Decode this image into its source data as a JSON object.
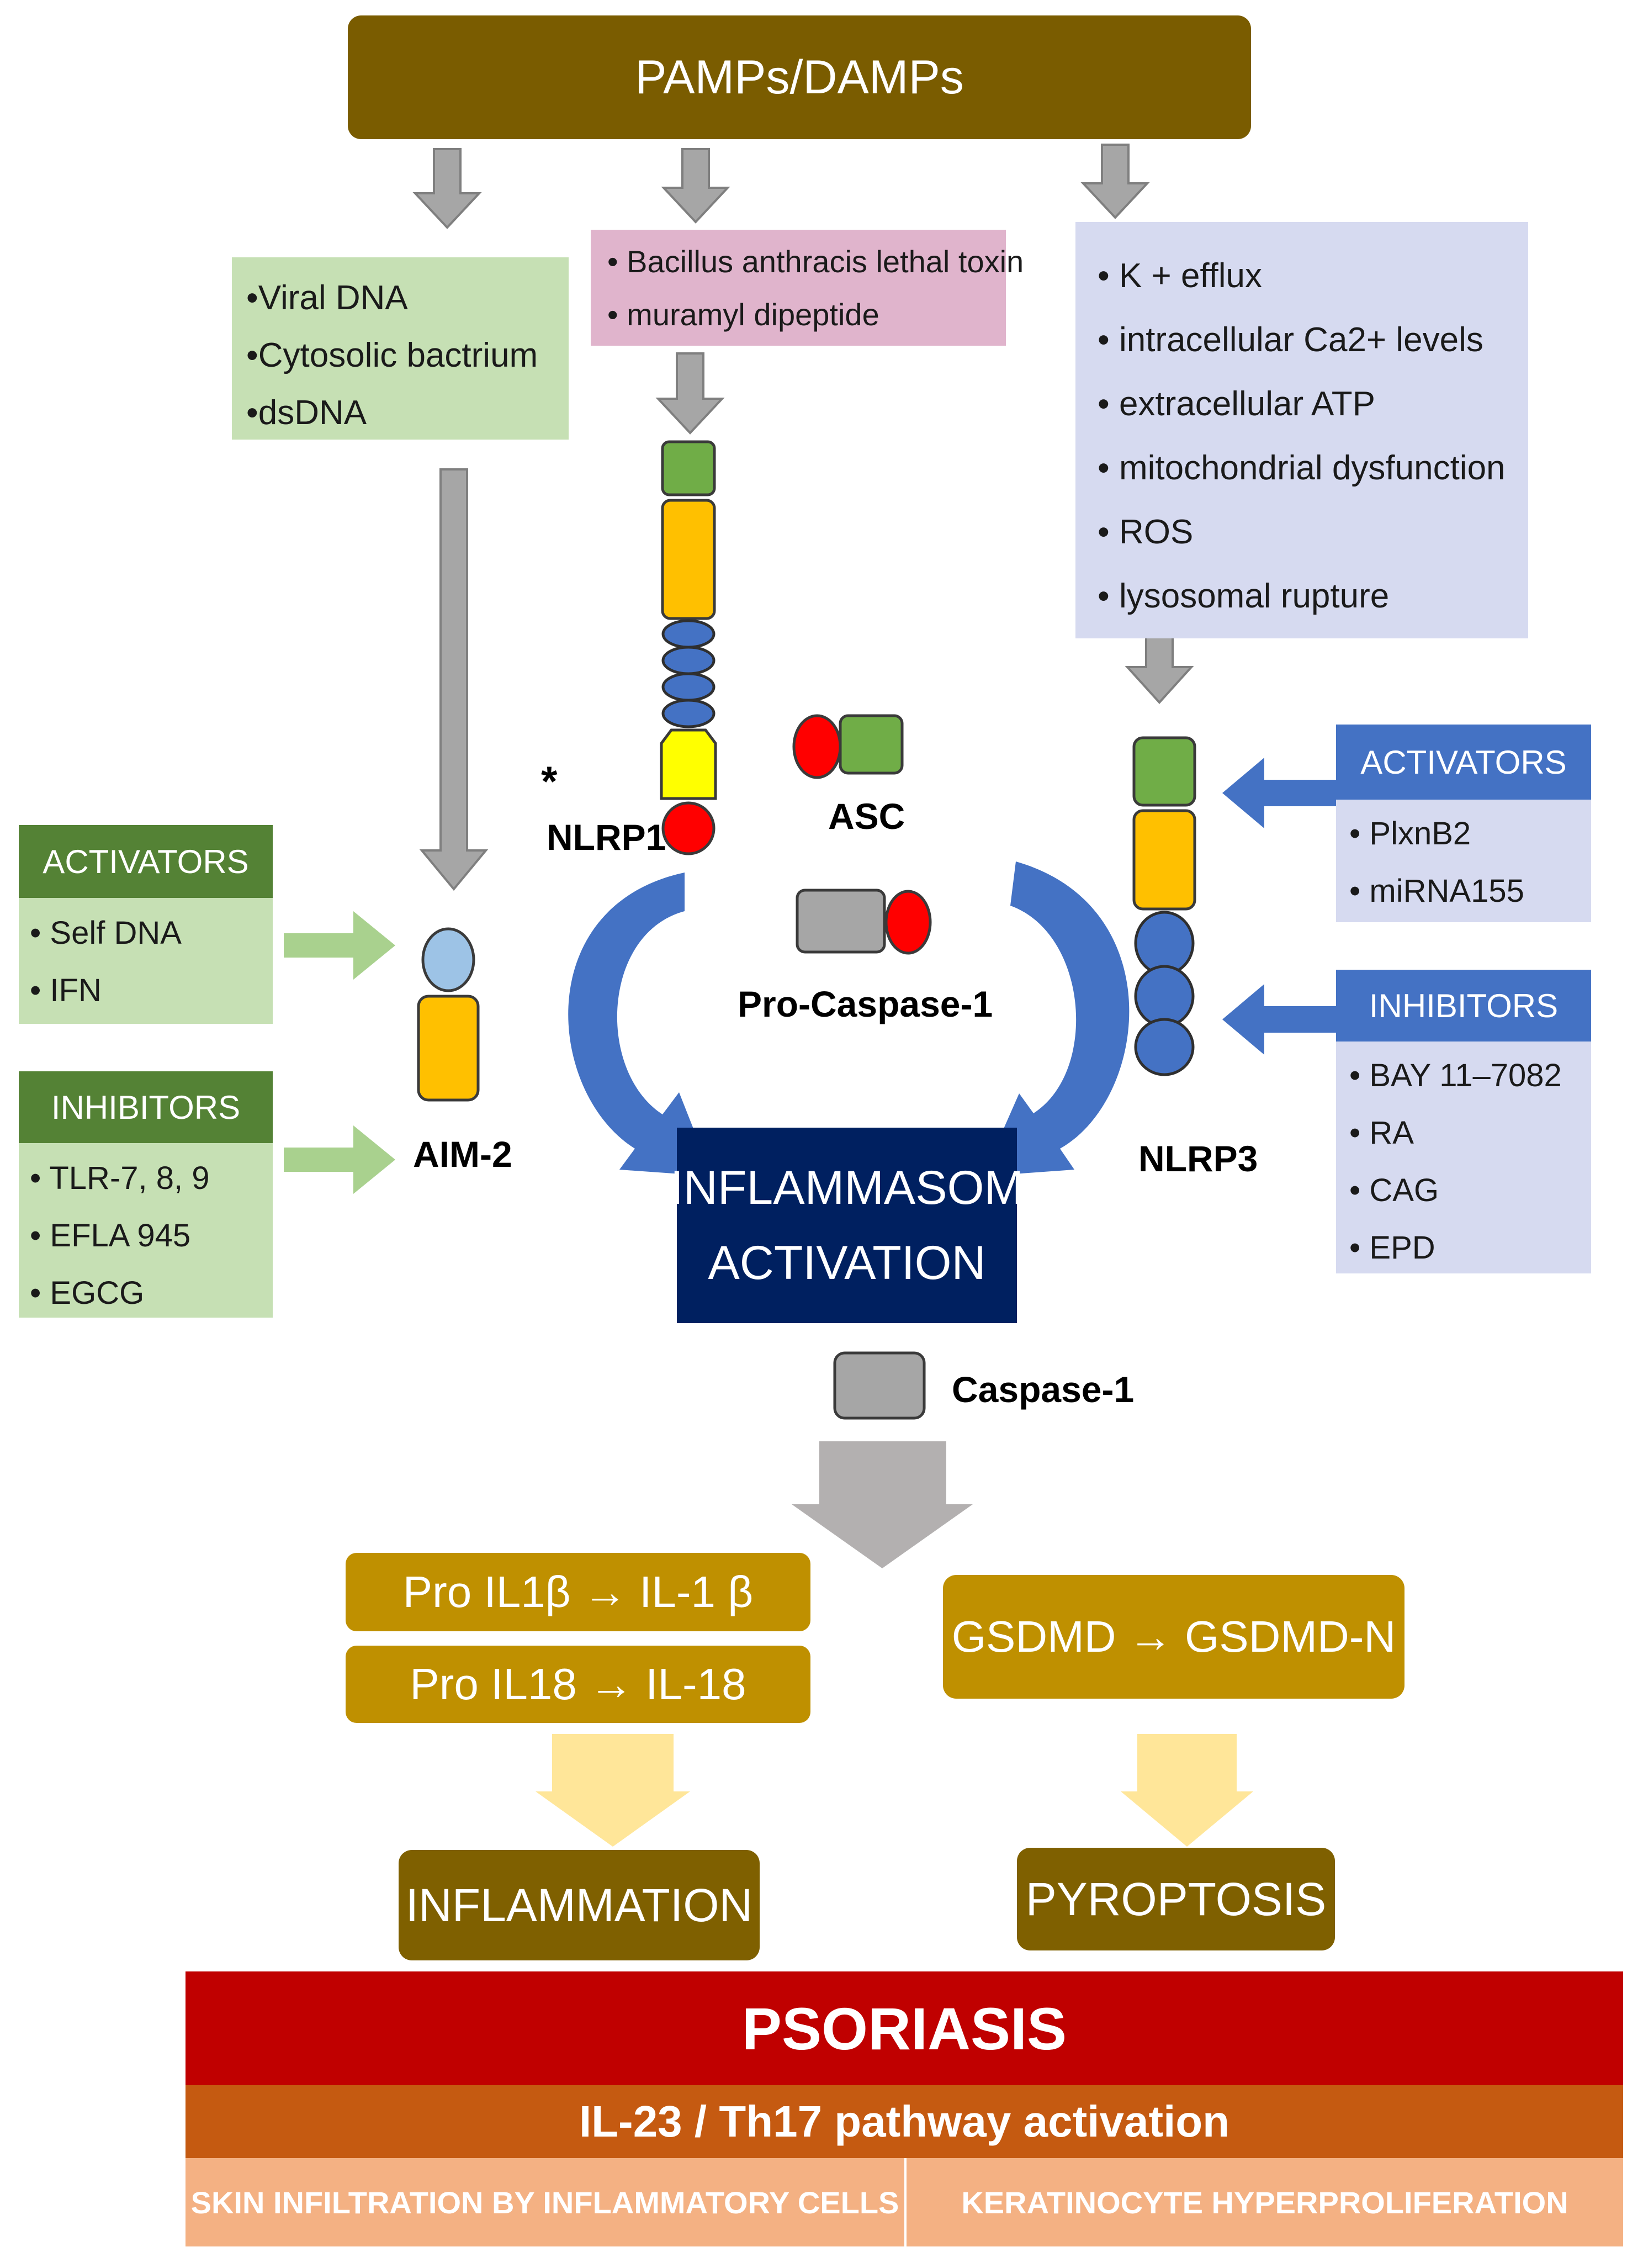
{
  "top": {
    "label": "PAMPs/DAMPs"
  },
  "aim2_triggers": [
    "Viral DNA",
    "Cytosolic bactrium",
    "dsDNA"
  ],
  "nlrp1_triggers": [
    "Bacillus anthracis lethal toxin",
    "muramyl dipeptide"
  ],
  "nlrp3_triggers": [
    "K + efflux",
    "intracellular Ca2+ levels",
    "extracellular ATP",
    "mitochondrial dysfunction",
    "ROS",
    "lysosomal rupture"
  ],
  "left_activators": {
    "header": "ACTIVATORS",
    "items": [
      "Self DNA",
      "IFN"
    ]
  },
  "left_inhibitors": {
    "header": "INHIBITORS",
    "items": [
      "TLR-7, 8, 9",
      "EFLA 945",
      "EGCG"
    ]
  },
  "right_activators": {
    "header": "ACTIVATORS",
    "items": [
      "PlxnB2",
      "miRNA155"
    ]
  },
  "right_inhibitors": {
    "header": "INHIBITORS",
    "items": [
      "BAY 11–7082",
      "RA",
      "CAG",
      "EPD"
    ]
  },
  "labels": {
    "nlrp1": "NLRP1",
    "asterisk": "*",
    "asc": "ASC",
    "pro_caspase": "Pro-Caspase-1",
    "aim2": "AIM-2",
    "nlrp3": "NLRP3",
    "caspase": "Caspase-1"
  },
  "center": {
    "line1": "INFLAMMASOM",
    "line2": "ACTIVATION"
  },
  "products": {
    "il1b": "Pro IL1β → IL-1 β",
    "il18": "Pro IL18 → IL-18",
    "gsdmd": "GSDMD → GSDMD-N"
  },
  "outcomes": {
    "inflammation": "INFLAMMATION",
    "pyroptosis": "PYROPTOSIS"
  },
  "psoriasis": {
    "title": "PSORIASIS",
    "pathway": "IL-23 / Th17 pathway activation",
    "left": "SKIN INFILTRATION BY INFLAMMATORY CELLS",
    "right": "KERATINOCYTE HYPERPROLIFERATION"
  },
  "colors": {
    "top_box": "#7a5c00",
    "green_box": "#c6e0b4",
    "green_header": "#548235",
    "pink_box": "#e0b4cc",
    "lavender_box": "#d6daf0",
    "blue_header": "#4472c4",
    "gray_arrow": "#a6a6a6",
    "blue_arrow": "#4472c4",
    "light_green_arrow": "#a9d18e",
    "navy": "#002060",
    "gold": "#bf9000",
    "olive": "#7f6000",
    "pale_yellow": "#ffe699",
    "psoriasis_red": "#c00000",
    "pathway_orange": "#c55a11",
    "salmon": "#f4b183",
    "domain_green": "#70ad47",
    "domain_orange": "#ffc000",
    "domain_blue": "#4472c4",
    "domain_yellow": "#ffff00",
    "domain_red": "#ff0000",
    "domain_gray": "#a6a6a6",
    "domain_lightblue": "#9dc3e6"
  }
}
